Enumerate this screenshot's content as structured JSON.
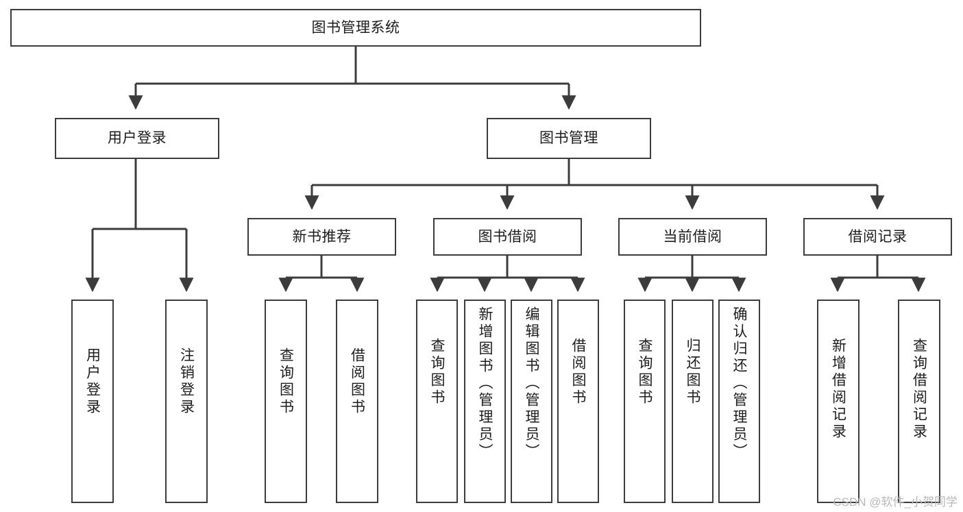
{
  "diagram": {
    "title": "图书管理系统",
    "watermark": "CSDN @软件_小贺同学",
    "colors": {
      "stroke": "#3c3c3c",
      "fill": "#ffffff",
      "text": "#1c1c1c",
      "watermark": "#b8b8b8"
    },
    "root": {
      "label": "图书管理系统"
    },
    "level2": [
      {
        "label": "用户登录"
      },
      {
        "label": "图书管理"
      }
    ],
    "level3": [
      {
        "label": "新书推荐"
      },
      {
        "label": "图书借阅"
      },
      {
        "label": "当前借阅"
      },
      {
        "label": "借阅记录"
      }
    ],
    "leaves": {
      "user_login": [
        {
          "label": "用户登录"
        },
        {
          "label": "注销登录"
        }
      ],
      "new_book": [
        {
          "label": "查询图书"
        },
        {
          "label": "借阅图书"
        }
      ],
      "book_borrow": [
        {
          "label": "查询图书"
        },
        {
          "label": "新增图书（管理员）"
        },
        {
          "label": "编辑图书（管理员）"
        },
        {
          "label": "借阅图书"
        }
      ],
      "current_borrow": [
        {
          "label": "查询图书"
        },
        {
          "label": "归还图书"
        },
        {
          "label": "确认归还（管理员）"
        }
      ],
      "borrow_record": [
        {
          "label": "新增借阅记录"
        },
        {
          "label": "查询借阅记录"
        }
      ]
    }
  }
}
